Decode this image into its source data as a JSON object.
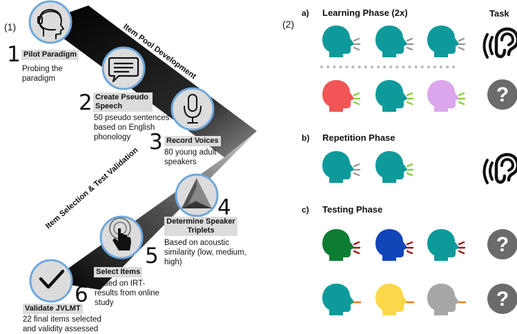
{
  "panel1_label": "(1)",
  "panel2_label": "(2)",
  "arc_labels": {
    "item_pool": "Item Pool Development",
    "item_selection": "Item Selection & Test Validation"
  },
  "steps": [
    {
      "num": "1",
      "label": "Pilot Paradigm",
      "desc": "Probing the paradigm",
      "icon": "headset-head-icon"
    },
    {
      "num": "2",
      "label": "Create Pseudo Speech",
      "desc": "50 pseudo sentences based on English phonology",
      "icon": "speech-bubble-icon"
    },
    {
      "num": "3",
      "label": "Record Voices",
      "desc": "80 young adult speakers",
      "icon": "microphone-icon"
    },
    {
      "num": "4",
      "label": "Determine Speaker Triplets",
      "desc": "Based on acoustic similarity (low, medium, high)",
      "icon": "pyramid-icon"
    },
    {
      "num": "5",
      "label": "Select Items",
      "desc": "Based on IRT-results from online study",
      "icon": "touch-icon"
    },
    {
      "num": "6",
      "label": "Validate JVLMT",
      "desc": "22 final items selected and validity assessed",
      "icon": "checkmark-icon"
    }
  ],
  "task_header": "Task",
  "phases": [
    {
      "tag": "a)",
      "title": "Learning Phase (2x)"
    },
    {
      "tag": "b)",
      "title": "Repetition Phase"
    },
    {
      "tag": "c)",
      "title": "Testing Phase"
    }
  ],
  "question_mark": "?",
  "colors": {
    "teal": "#0e9a9a",
    "red": "#f25555",
    "lilac": "#dba6ec",
    "green": "#0e7d34",
    "blue": "#1146b8",
    "yellow": "#fbd84a",
    "gray": "#a6a6a6",
    "circle_fill": "#dcdcdc",
    "circle_stroke": "#6fa8dc",
    "task_gray": "#6b6b6b",
    "wave_gray": "#9a9a9a",
    "wave_green": "#86d23c",
    "wave_red": "#a31414",
    "wave_orange": "#f07a1c"
  }
}
